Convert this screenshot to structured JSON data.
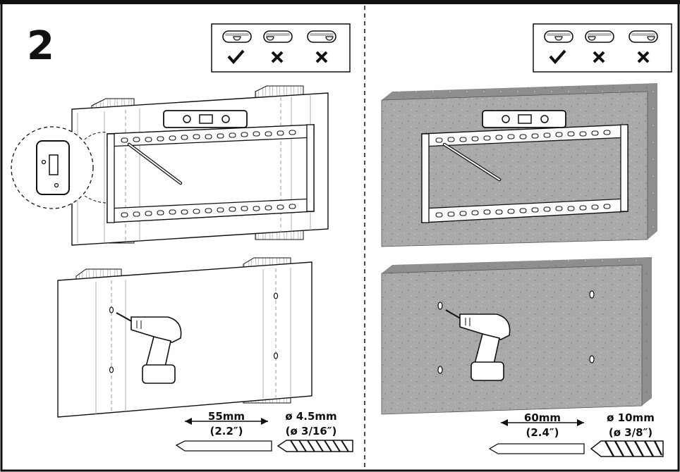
{
  "step": {
    "number": "2"
  },
  "left_panel": {
    "wall_type": "wood-stud",
    "level_icon": "bubble-level-icon",
    "drill_icon": "power-drill-icon",
    "hole_checks": [
      {
        "icon": "check-icon",
        "bubble_position": "center"
      },
      {
        "icon": "cross-icon",
        "bubble_position": "left"
      },
      {
        "icon": "cross-icon",
        "bubble_position": "right"
      }
    ],
    "depth": {
      "metric": "55mm",
      "imperial": "(2.2″)"
    },
    "drill_bit": {
      "metric": "ø 4.5mm",
      "imperial": "(ø 3/16″)"
    }
  },
  "right_panel": {
    "wall_type": "concrete",
    "level_icon": "bubble-level-icon",
    "drill_icon": "power-drill-icon",
    "hole_checks": [
      {
        "icon": "check-icon",
        "bubble_position": "center"
      },
      {
        "icon": "cross-icon",
        "bubble_position": "left"
      },
      {
        "icon": "cross-icon",
        "bubble_position": "right"
      }
    ],
    "depth": {
      "metric": "60mm",
      "imperial": "(2.4″)"
    },
    "drill_bit": {
      "metric": "ø 10mm",
      "imperial": "(ø 3/8″)"
    }
  }
}
